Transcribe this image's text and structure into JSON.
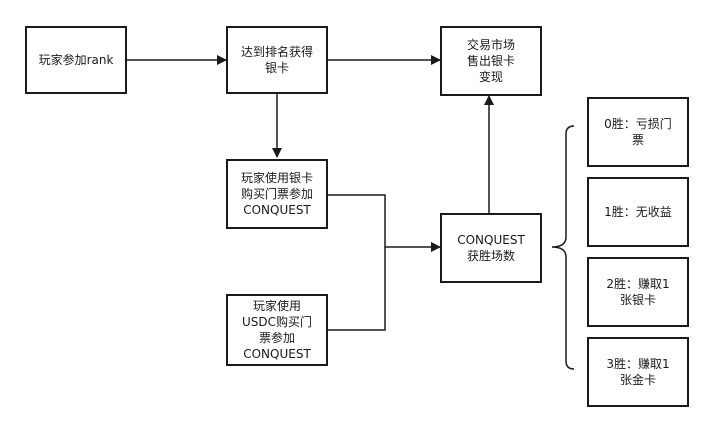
{
  "nodes": {
    "rank": "玩家参加rank",
    "get_card": "达到排名获得\n银卡",
    "market": "交易市场\n售出银卡\n变现",
    "use_card": "玩家使用银卡\n购买门票参加\nCONQUEST",
    "use_usdc": "玩家使用\nUSDC购买门\n票参加\nCONQUEST",
    "wins": "CONQUEST\n获胜场数",
    "win0": "0胜：亏损门\n票",
    "win1": "1胜：无收益",
    "win2": "2胜：赚取1\n张银卡",
    "win3": "3胜：赚取1\n张金卡"
  },
  "colors": {
    "stroke": "#1a1a1a",
    "background": "#ffffff"
  }
}
